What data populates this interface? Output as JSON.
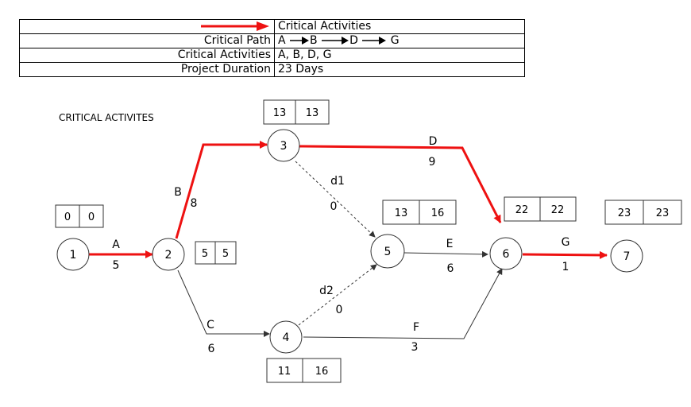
{
  "legend": {
    "key_text": "Critical Activities",
    "critical_path_label": "Critical Path",
    "critical_path_steps": [
      "A",
      "B",
      "D",
      "G"
    ],
    "critical_activities_label": "Critical Activities",
    "critical_activities_value": "A, B, D, G",
    "duration_label": "Project Duration",
    "duration_value": "23 Days"
  },
  "diagram": {
    "title": "CRITICAL ACTIVITES",
    "colors": {
      "critical": "#ee1111",
      "normal": "#333333"
    },
    "nodes": [
      {
        "id": "1",
        "es": "0",
        "lf": "0"
      },
      {
        "id": "2",
        "es": "5",
        "lf": "5"
      },
      {
        "id": "3",
        "es": "13",
        "lf": "13"
      },
      {
        "id": "4",
        "es": "11",
        "lf": "16"
      },
      {
        "id": "5",
        "es": "13",
        "lf": "16"
      },
      {
        "id": "6",
        "es": "22",
        "lf": "22"
      },
      {
        "id": "7",
        "es": "23",
        "lf": "23"
      }
    ],
    "activities": [
      {
        "name": "A",
        "duration": "5",
        "from": "1",
        "to": "2",
        "critical": true
      },
      {
        "name": "B",
        "duration": "8",
        "from": "2",
        "to": "3",
        "critical": true
      },
      {
        "name": "C",
        "duration": "6",
        "from": "2",
        "to": "4",
        "critical": false
      },
      {
        "name": "D",
        "duration": "9",
        "from": "3",
        "to": "6",
        "critical": true
      },
      {
        "name": "d1",
        "duration": "0",
        "from": "3",
        "to": "5",
        "critical": false,
        "dummy": true
      },
      {
        "name": "d2",
        "duration": "0",
        "from": "4",
        "to": "5",
        "critical": false,
        "dummy": true
      },
      {
        "name": "E",
        "duration": "6",
        "from": "5",
        "to": "6",
        "critical": false
      },
      {
        "name": "F",
        "duration": "3",
        "from": "4",
        "to": "6",
        "critical": false
      },
      {
        "name": "G",
        "duration": "1",
        "from": "6",
        "to": "7",
        "critical": true
      }
    ]
  }
}
